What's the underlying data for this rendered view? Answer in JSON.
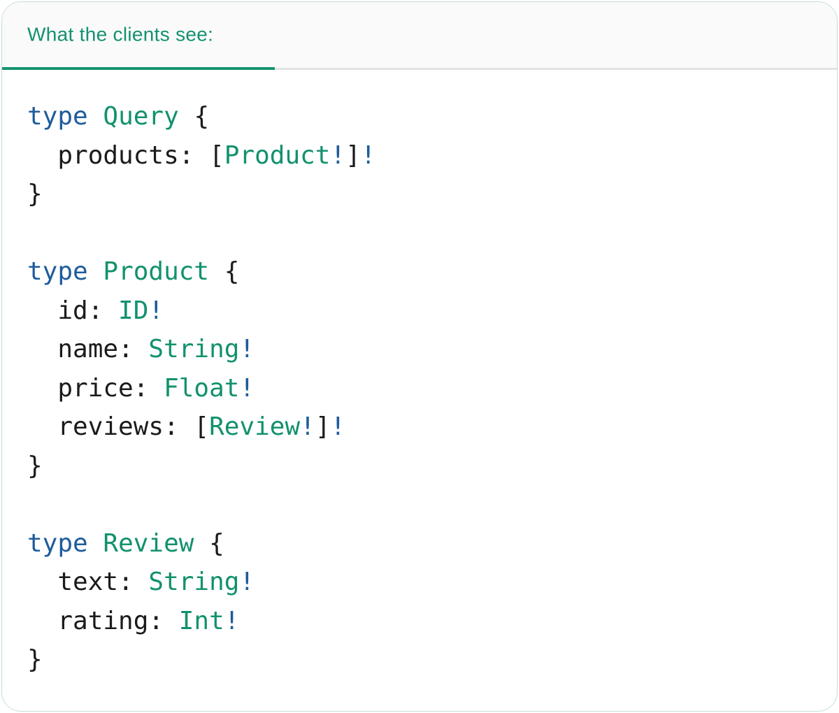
{
  "header": {
    "tab_label": "What the clients see:"
  },
  "colors": {
    "title": "#149170",
    "accent": "#12946f",
    "keyword": "#1e5c9b",
    "type": "#12916e",
    "bang": "#1e5c9b",
    "plain": "#1b1b1d",
    "header_bg": "#fafafa",
    "separator": "#e3e3e3",
    "panel_border": "#c6e0cf"
  },
  "code": {
    "language": "graphql",
    "lines": [
      [
        {
          "t": "type",
          "c": "kw"
        },
        {
          "t": " ",
          "c": "pl"
        },
        {
          "t": "Query",
          "c": "ty"
        },
        {
          "t": " {",
          "c": "pl"
        }
      ],
      [
        {
          "t": "  products: [",
          "c": "pl"
        },
        {
          "t": "Product",
          "c": "ty"
        },
        {
          "t": "!",
          "c": "bang"
        },
        {
          "t": "]",
          "c": "pl"
        },
        {
          "t": "!",
          "c": "bang"
        }
      ],
      [
        {
          "t": "}",
          "c": "pl"
        }
      ],
      [],
      [
        {
          "t": "type",
          "c": "kw"
        },
        {
          "t": " ",
          "c": "pl"
        },
        {
          "t": "Product",
          "c": "ty"
        },
        {
          "t": " {",
          "c": "pl"
        }
      ],
      [
        {
          "t": "  id: ",
          "c": "pl"
        },
        {
          "t": "ID",
          "c": "ty"
        },
        {
          "t": "!",
          "c": "bang"
        }
      ],
      [
        {
          "t": "  name: ",
          "c": "pl"
        },
        {
          "t": "String",
          "c": "ty"
        },
        {
          "t": "!",
          "c": "bang"
        }
      ],
      [
        {
          "t": "  price: ",
          "c": "pl"
        },
        {
          "t": "Float",
          "c": "ty"
        },
        {
          "t": "!",
          "c": "bang"
        }
      ],
      [
        {
          "t": "  reviews: [",
          "c": "pl"
        },
        {
          "t": "Review",
          "c": "ty"
        },
        {
          "t": "!",
          "c": "bang"
        },
        {
          "t": "]",
          "c": "pl"
        },
        {
          "t": "!",
          "c": "bang"
        }
      ],
      [
        {
          "t": "}",
          "c": "pl"
        }
      ],
      [],
      [
        {
          "t": "type",
          "c": "kw"
        },
        {
          "t": " ",
          "c": "pl"
        },
        {
          "t": "Review",
          "c": "ty"
        },
        {
          "t": " {",
          "c": "pl"
        }
      ],
      [
        {
          "t": "  text: ",
          "c": "pl"
        },
        {
          "t": "String",
          "c": "ty"
        },
        {
          "t": "!",
          "c": "bang"
        }
      ],
      [
        {
          "t": "  rating: ",
          "c": "pl"
        },
        {
          "t": "Int",
          "c": "ty"
        },
        {
          "t": "!",
          "c": "bang"
        }
      ],
      [
        {
          "t": "}",
          "c": "pl"
        }
      ]
    ]
  }
}
